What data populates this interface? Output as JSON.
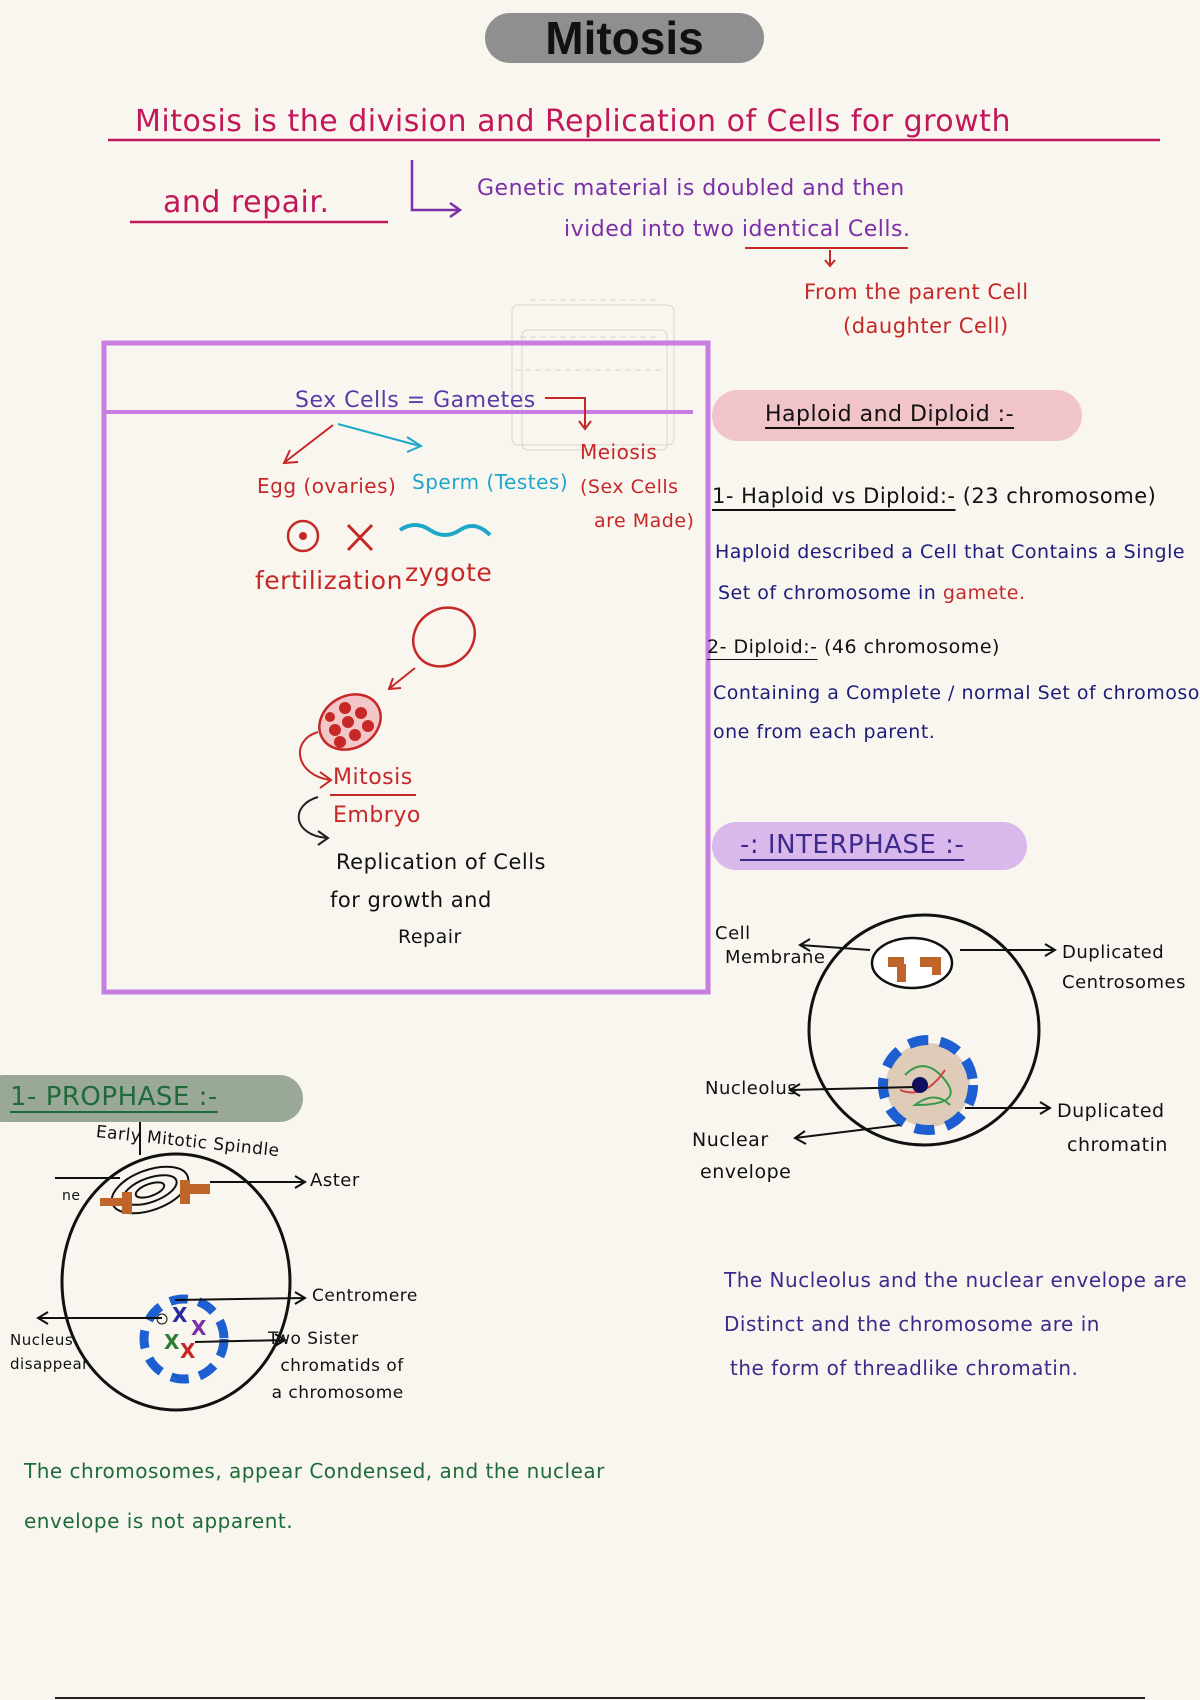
{
  "title": "Mitosis",
  "definition": {
    "line1": "Mitosis is the division and Replication of Cells for growth",
    "line2": "and repair.",
    "note_line1": "Genetic material is doubled and then",
    "note_line2_prefix": "ivided into two",
    "note_line2_highlight": "identical",
    "note_line2_suffix": "Cells.",
    "from_line1": "From the parent Cell",
    "from_line2": "(daughter Cell)"
  },
  "gametes_box": {
    "heading": "Sex Cells = Gametes",
    "meiosis": "Meiosis",
    "meiosis_note1": "(Sex Cells",
    "meiosis_note2": "are Made)",
    "egg": "Egg (ovaries)",
    "sperm": "Sperm (Testes)",
    "fertilization": "fertilization",
    "zygote": "zygote",
    "mitosis": "Mitosis",
    "embryo": "Embryo",
    "replication1": "Replication of Cells",
    "replication2": "for growth and",
    "replication3": "Repair"
  },
  "haploid_diploid": {
    "heading": "Haploid and Diploid :-",
    "item1_label": "1- Haploid vs Diploid:-",
    "item1_count": "(23 chromosome)",
    "item1_text1": "Haploid described a Cell that Contains a Single",
    "item1_text2_prefix": "Set of chromosome in",
    "item1_text2_highlight": "gamete.",
    "item2_label": "2- Diploid:-",
    "item2_count": "(46 chromosome)",
    "item2_text1": "Containing a Complete / normal Set of chromosome",
    "item2_text2": "one from each parent."
  },
  "interphase": {
    "heading": "-: INTERPHASE :-",
    "labels": {
      "cell_membrane": [
        "Cell",
        "Membrane"
      ],
      "centrosomes": [
        "Duplicated",
        "Centrosomes"
      ],
      "nucleolus": "Nucleolus",
      "nuclear_envelope": [
        "Nuclear",
        "envelope"
      ],
      "chromatin": [
        "Duplicated",
        "chromatin"
      ]
    },
    "text": [
      "The Nucleolus and the nuclear envelope are",
      "Distinct and the chromosome are in",
      "the form of threadlike chromatin."
    ]
  },
  "prophase": {
    "heading": "1- PROPHASE :-",
    "labels": {
      "spindle": "Early Mitotic Spindle",
      "aster": "Aster",
      "ne": "ne",
      "centromere": "Centromere",
      "nucleus": [
        "Nucleus",
        "disappear"
      ],
      "sisters": [
        "Two Sister",
        "chromatids of",
        "a chromosome"
      ]
    },
    "text": [
      "The chromosomes, appear Condensed, and the nuclear",
      "envelope is not apparent."
    ]
  },
  "colors": {
    "magenta": "#c2185b",
    "purple": "#7b2fa8",
    "red": "#c62828",
    "cyan": "#1fa7c9",
    "navy": "#1c1c7a",
    "green": "#1e6b3a",
    "box": "#c77ee0"
  }
}
